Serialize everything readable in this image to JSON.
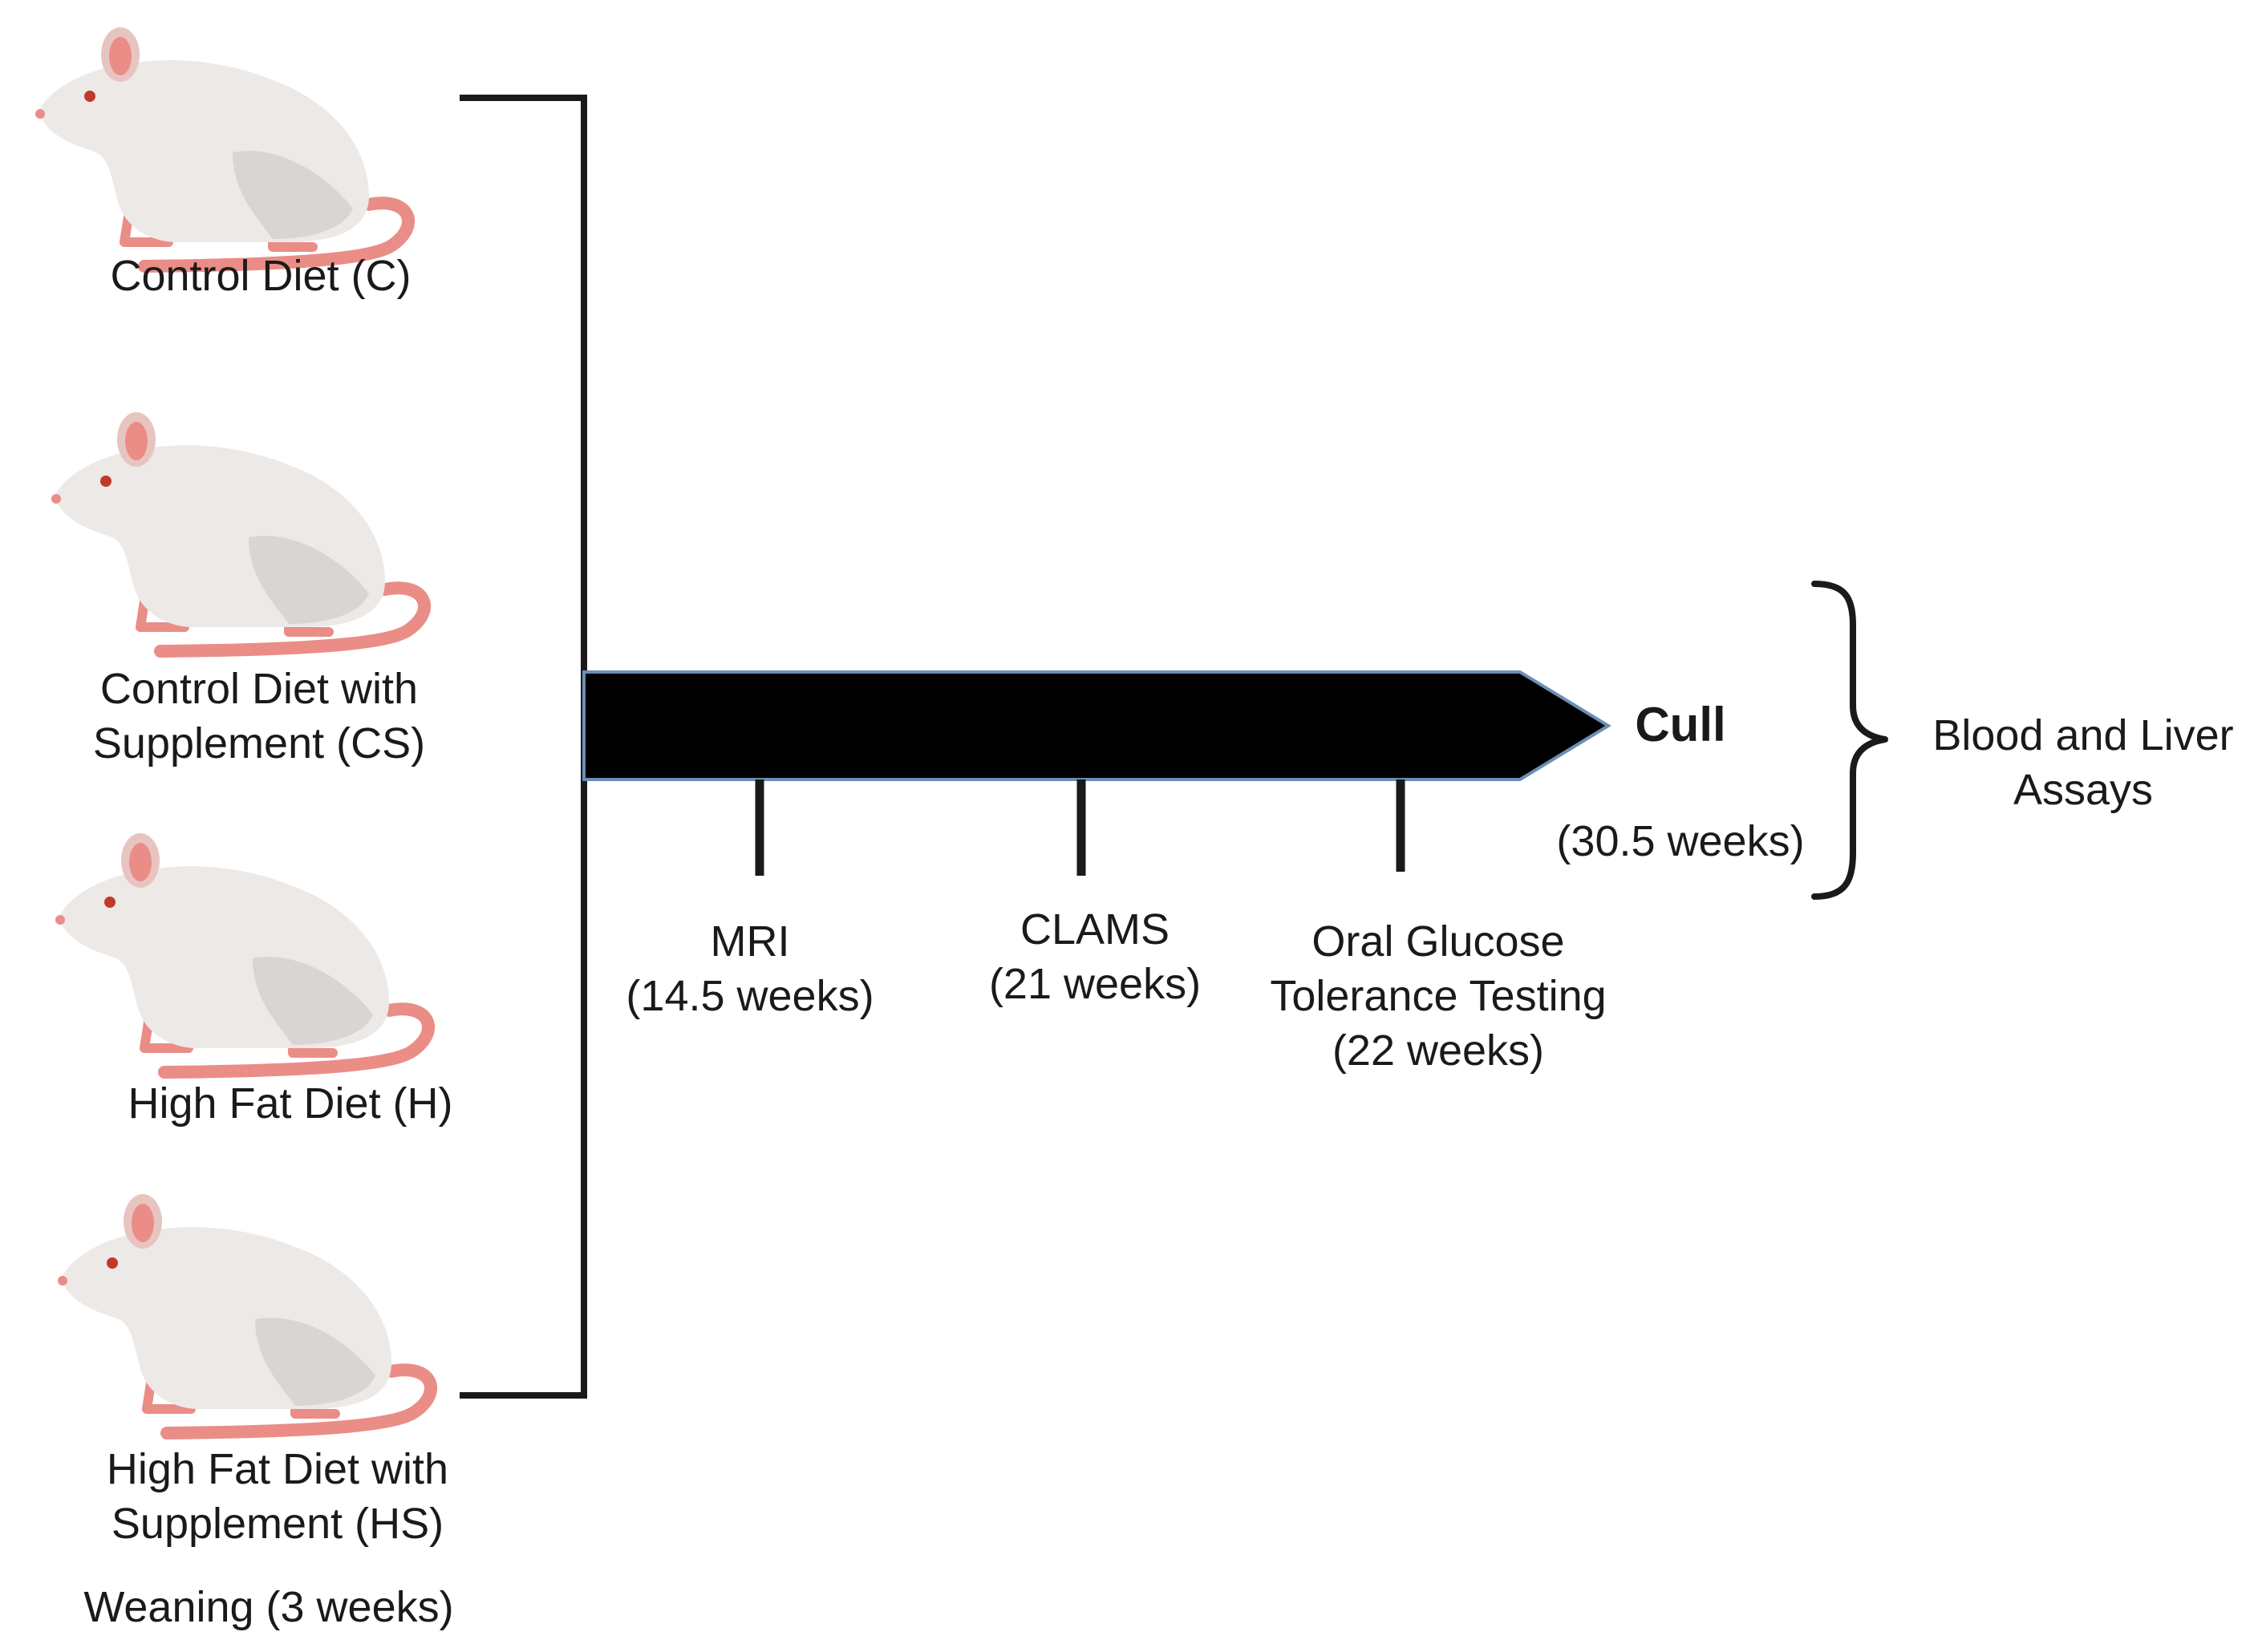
{
  "groups": [
    {
      "line1": "Control Diet (C)",
      "line2": ""
    },
    {
      "line1": "Control Diet with",
      "line2": "Supplement (CS)"
    },
    {
      "line1": "High Fat Diet (H)",
      "line2": ""
    },
    {
      "line1": "High Fat Diet with",
      "line2": "Supplement (HS)"
    }
  ],
  "start": "Weaning (3 weeks)",
  "milestones": [
    {
      "line1": "MRI",
      "line2": "(14.5 weeks)",
      "line3": ""
    },
    {
      "line1": "CLAMS",
      "line2": "(21 weeks)",
      "line3": ""
    },
    {
      "line1": "Oral Glucose",
      "line2": "Tolerance Testing",
      "line3": "(22 weeks)"
    }
  ],
  "endpoint": {
    "label": "Cull",
    "time": "(30.5 weeks)"
  },
  "outcome": {
    "line1": "Blood and Liver",
    "line2": "Assays"
  },
  "colors": {
    "rat_body": "#ece9e7",
    "rat_shade": "#d9d5d2",
    "rat_pink": "#ea8d87",
    "rat_eye": "#c0392b",
    "arrow": "#000000",
    "arrow_edge": "#6b8fb5",
    "line": "#1a1a1a"
  }
}
